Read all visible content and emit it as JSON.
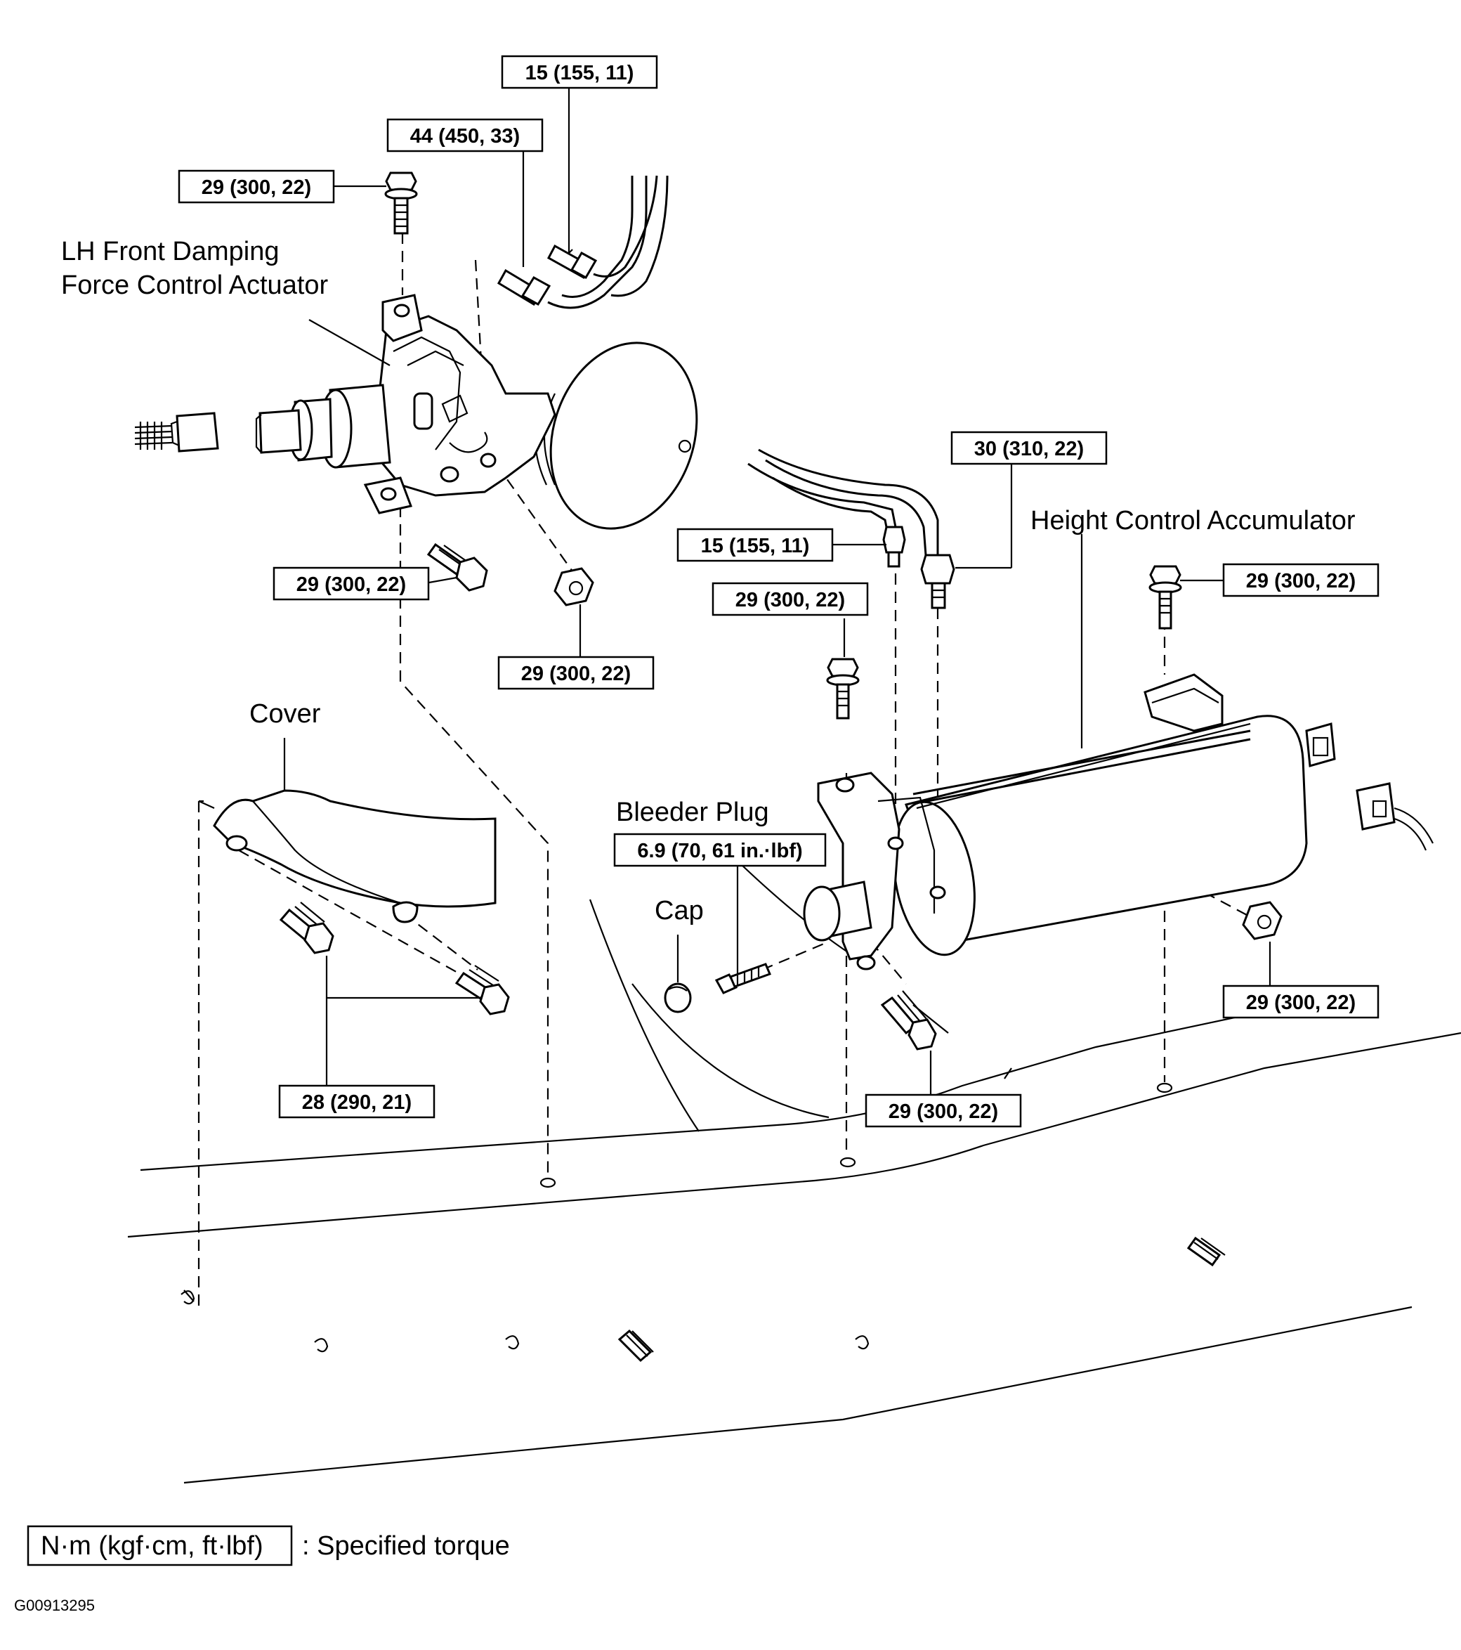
{
  "labels": {
    "actuator_line1": "LH Front Damping",
    "actuator_line2": "Force Control Actuator",
    "accumulator": "Height Control Accumulator",
    "cover": "Cover",
    "bleeder_plug": "Bleeder Plug",
    "cap": "Cap"
  },
  "torque_boxes": [
    {
      "id": "tq-top-pipe",
      "text": "15 (155, 11)"
    },
    {
      "id": "tq-actuator-union",
      "text": "44 (450, 33)"
    },
    {
      "id": "tq-actuator-top-bolt",
      "text": "29 (300, 22)"
    },
    {
      "id": "tq-actuator-lower-bolt",
      "text": "29 (300, 22)"
    },
    {
      "id": "tq-actuator-nut",
      "text": "29 (300, 22)"
    },
    {
      "id": "tq-accumulator-pipe-right",
      "text": "30 (310, 22)"
    },
    {
      "id": "tq-accumulator-pipe-left",
      "text": "15 (155, 11)"
    },
    {
      "id": "tq-accumulator-bolt-left",
      "text": "29 (300, 22)"
    },
    {
      "id": "tq-accumulator-bolt-right",
      "text": "29 (300, 22)"
    },
    {
      "id": "tq-bleeder",
      "text": "6.9 (70, 61 in.·lbf)"
    },
    {
      "id": "tq-accumulator-nut",
      "text": "29 (300, 22)"
    },
    {
      "id": "tq-accumulator-lower-bolt",
      "text": "29 (300, 22)"
    },
    {
      "id": "tq-cover-bolts",
      "text": "28 (290, 21)"
    }
  ],
  "legend": {
    "unit": "N·m (kgf·cm, ft·lbf)",
    "description": ": Specified torque"
  },
  "figure_code": "G00913295"
}
